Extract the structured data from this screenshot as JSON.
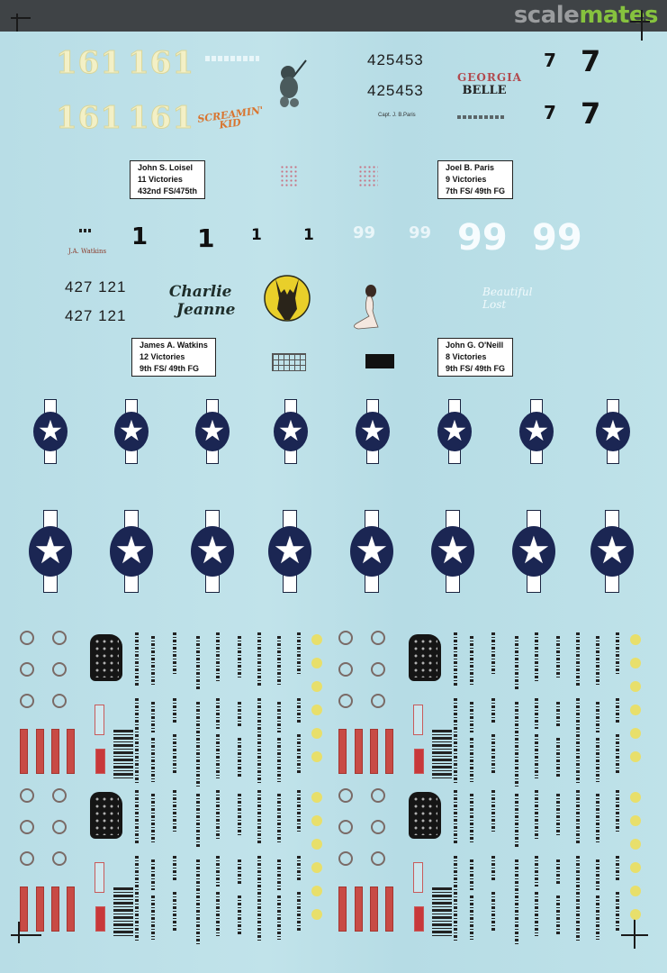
{
  "header": {
    "logo_part1": "scale",
    "logo_part2": "mates",
    "logo_color_gray": "#9a9c9e",
    "logo_color_green": "#86c23e",
    "background": "#3f4346"
  },
  "sheet": {
    "background": "#bfe2e9",
    "markings": {
      "number_161": [
        "161",
        "161",
        "161",
        "161"
      ],
      "screamin_kid": [
        "SCREAMIN'",
        "KID"
      ],
      "serial_425453": [
        "425453",
        "425453"
      ],
      "georgia_belle": [
        "GEORGIA",
        "BELLE"
      ],
      "pilot_caption_small": "Capt. J. B.Paris",
      "sevens": [
        "7",
        "7",
        "7",
        "7"
      ],
      "victory_boxes": [
        {
          "name": "John S. Loisel",
          "victories": "11 Victories",
          "unit": "432nd FS/475th"
        },
        {
          "name": "Joel B. Paris",
          "victories": "9 Victories",
          "unit": "7th FS/ 49th FG"
        },
        {
          "name": "James A. Watkins",
          "victories": "12 Victories",
          "unit": "9th FS/ 49th FG"
        },
        {
          "name": "John G. O'Neill",
          "victories": "8 Victories",
          "unit": "9th FS/ 49th FG"
        }
      ],
      "watkins_small": "J.A. Watkins",
      "ones": [
        "1",
        "1",
        "1",
        "1"
      ],
      "nines": [
        "99",
        "99",
        "99",
        "99"
      ],
      "serial_427121": [
        "427 121",
        "427 121"
      ],
      "charlie_jeanne": [
        "Charlie",
        "Jeanne"
      ],
      "beautiful_lost": [
        "Beautiful",
        "Lost"
      ]
    },
    "insignia_rows": [
      {
        "count": 8,
        "size": "small"
      },
      {
        "count": 8,
        "size": "large"
      }
    ],
    "insignia_star": "★",
    "colors": {
      "insignia_blue": "#1b2653",
      "number_161": "#f3f0c6",
      "red_stencil": "#c84b45",
      "yellow_dots": "#e8df6b",
      "georgia_red": "#b24a4f",
      "screamin_orange": "#d9742e"
    }
  }
}
